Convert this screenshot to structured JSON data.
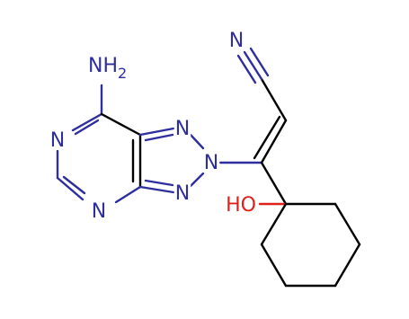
{
  "molecule": {
    "atom_labels": {
      "amine": "NH",
      "amine_subscript": "2",
      "pyrimidine_n_left": "N",
      "pyrimidine_n_bottom": "N",
      "triazole_n_top": "N",
      "triazole_n_center": "N",
      "triazole_n_bottom": "N",
      "nitrile_n": "N",
      "hydroxyl": "HO"
    }
  },
  "colors": {
    "nitrogen": "#2e2e9e",
    "oxygen": "#e0201a",
    "carbon": "#000000",
    "background": "#ffffff"
  }
}
